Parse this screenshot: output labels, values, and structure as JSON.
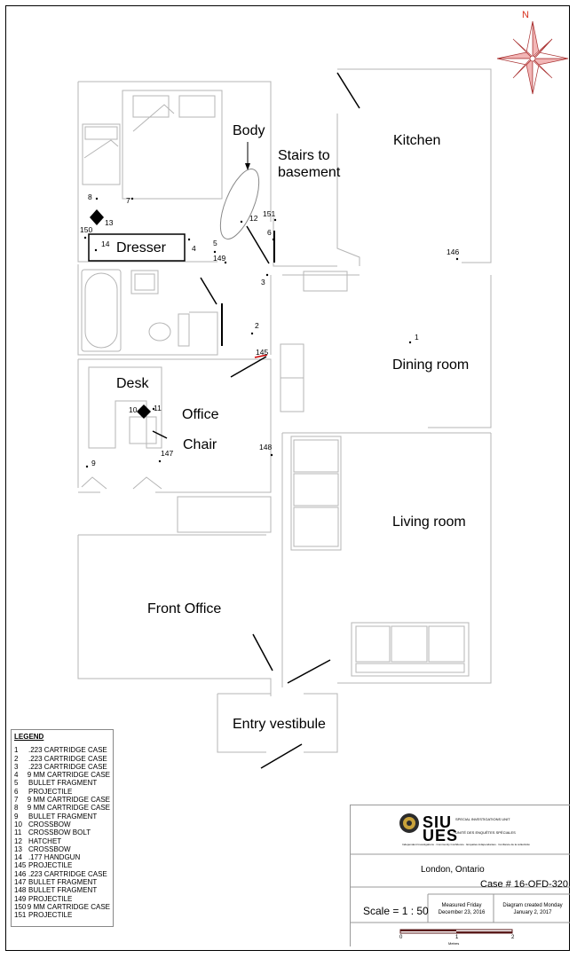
{
  "rooms": {
    "body": "Body",
    "stairs_line1": "Stairs to",
    "stairs_line2": "basement",
    "kitchen": "Kitchen",
    "dresser": "Dresser",
    "dining_room": "Dining room",
    "desk": "Desk",
    "office": "Office",
    "chair": "Chair",
    "living_room": "Living room",
    "front_office": "Front Office",
    "entry_vestibule": "Entry vestibule"
  },
  "evidence_markers": [
    "8",
    "7",
    "13",
    "12",
    "151",
    "150",
    "14",
    "4",
    "5",
    "6",
    "149",
    "3",
    "146",
    "2",
    "1",
    "145",
    "10",
    "11",
    "147",
    "148",
    "9"
  ],
  "north_label": "N",
  "legend": {
    "title": "LEGEND",
    "items": [
      {
        "num": "1",
        "desc": ".223 CARTRIDGE CASE"
      },
      {
        "num": "2",
        "desc": ".223 CARTRIDGE CASE"
      },
      {
        "num": "3",
        "desc": ".223 CARTRIDGE CASE"
      },
      {
        "num": "4",
        "desc": "9 MM CARTRIDGE CASE"
      },
      {
        "num": "5",
        "desc": "BULLET FRAGMENT"
      },
      {
        "num": "6",
        "desc": "PROJECTILE"
      },
      {
        "num": "7",
        "desc": "9 MM CARTRIDGE CASE"
      },
      {
        "num": "8",
        "desc": "9 MM CARTRIDGE CASE"
      },
      {
        "num": "9",
        "desc": "BULLET FRAGMENT"
      },
      {
        "num": "10",
        "desc": "CROSSBOW"
      },
      {
        "num": "11",
        "desc": "CROSSBOW BOLT"
      },
      {
        "num": "12",
        "desc": "HATCHET"
      },
      {
        "num": "13",
        "desc": "CROSSBOW"
      },
      {
        "num": "14",
        "desc": ".177 HANDGUN"
      },
      {
        "num": "145",
        "desc": "PROJECTILE"
      },
      {
        "num": "146",
        "desc": ".223 CARTRIDGE CASE"
      },
      {
        "num": "147",
        "desc": "BULLET FRAGMENT"
      },
      {
        "num": "148",
        "desc": "BULLET FRAGMENT"
      },
      {
        "num": "149",
        "desc": "PROJECTILE"
      },
      {
        "num": "150",
        "desc": "9 MM CARTRIDGE CASE"
      },
      {
        "num": "151",
        "desc": "PROJECTILE"
      }
    ]
  },
  "title_block": {
    "logo_siu": "SIU",
    "logo_ues": "UES",
    "logo_en": "SPECIAL INVESTIGATIONS UNIT",
    "logo_fr": "UNITÉ DES ENQUÊTES SPÉCIALES",
    "tagline": "Independent Investigations · Community Confidence · Enquêtes indépendantes · Confiance de la collectivité",
    "location": "London, Ontario",
    "case_number": "Case # 16-OFD-320",
    "scale": "Scale =  1 : 50",
    "measured_line1": "Measured Friday",
    "measured_line2": "December 23, 2016",
    "created_line1": "Diagram created Monday",
    "created_line2": "January 2, 2017",
    "scalebar_0": "0",
    "scalebar_1": "1",
    "scalebar_2": "2",
    "scalebar_unit": "Metres"
  },
  "colors": {
    "north_arrow": "#d8311e",
    "compass_fill": "#f2b6b6",
    "scalebar": "#5a1a1a",
    "projectile_mark": "#cc0000"
  }
}
